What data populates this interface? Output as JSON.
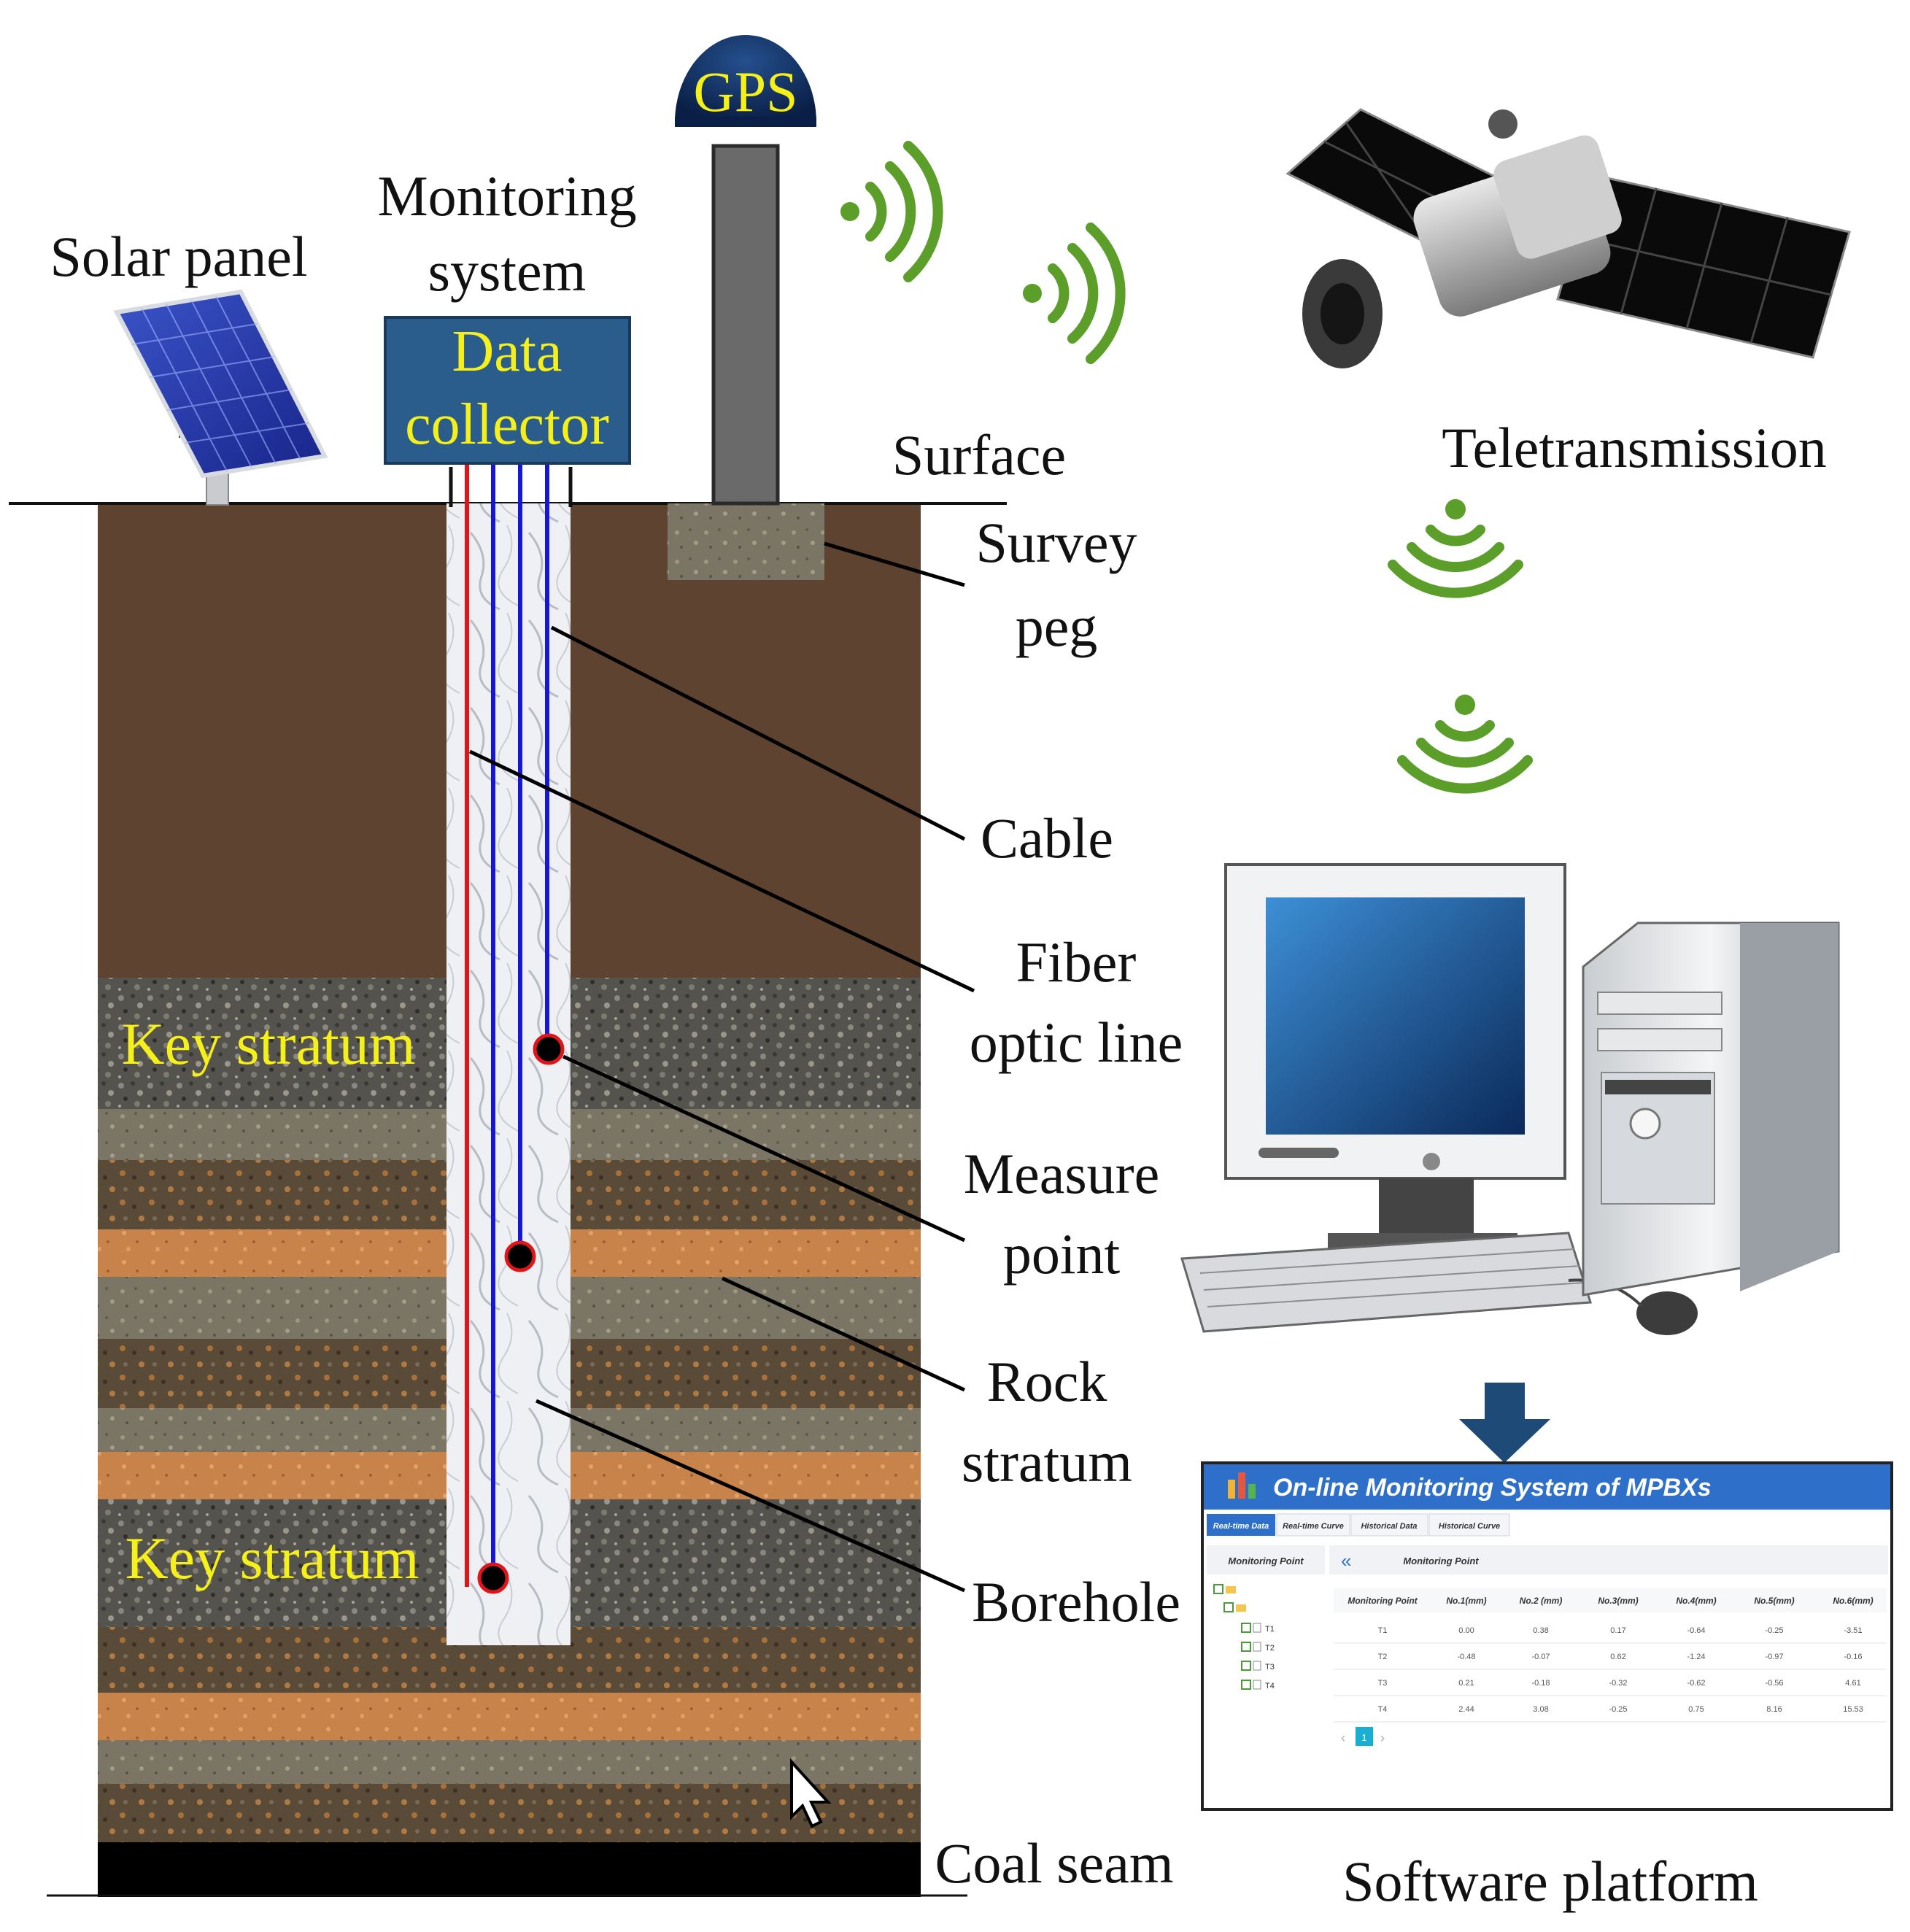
{
  "colors": {
    "soil": "#5d4330",
    "gravel_dark": "#55534d",
    "gravel_mid": "#7b7566",
    "orange_band": "#c8834a",
    "coal": "#000000",
    "data_collector": "#2a5c8c",
    "label_yellow": "#f5ef1a",
    "signal_green": "#5b9e2a",
    "cable_red": "#e0151a",
    "cable_blue": "#1616d8",
    "sw_header": "#2e6fc9",
    "sw_tab_active": "#2e6fc9",
    "arrow": "#1e4a78"
  },
  "labels": {
    "solar_panel": "Solar panel",
    "monitoring_system_1": "Monitoring",
    "monitoring_system_2": "system",
    "data_collector_1": "Data",
    "data_collector_2": "collector",
    "gps": "GPS",
    "surface": "Surface",
    "teletransmission": "Teletransmission",
    "survey_peg_1": "Survey",
    "survey_peg_2": "peg",
    "cable": "Cable",
    "fiber_optic_1": "Fiber",
    "fiber_optic_2": "optic line",
    "measure_point_1": "Measure",
    "measure_point_2": "point",
    "rock_stratum_1": "Rock",
    "rock_stratum_2": "stratum",
    "borehole": "Borehole",
    "key_stratum_upper": "Key stratum",
    "key_stratum_lower": "Key stratum",
    "coal_seam": "Coal seam",
    "software_platform": "Software platform"
  },
  "software": {
    "title": "On-line Monitoring System of MPBXs",
    "tabs": [
      "Real-time Data",
      "Real-time Curve",
      "Historical Data",
      "Historical Curve"
    ],
    "left_header": "Monitoring Point",
    "right_header": "Monitoring Point",
    "tree_items": [
      "T1",
      "T2",
      "T3",
      "T4"
    ],
    "columns": [
      "Monitoring Point",
      "No.1(mm)",
      "No.2 (mm)",
      "No.3(mm)",
      "No.4(mm)",
      "No.5(mm)",
      "No.6(mm)"
    ],
    "rows": [
      [
        "T1",
        "0.00",
        "0.38",
        "0.17",
        "-0.64",
        "-0.25",
        "-3.51"
      ],
      [
        "T2",
        "-0.48",
        "-0.07",
        "0.62",
        "-1.24",
        "-0.97",
        "-0.16"
      ],
      [
        "T3",
        "0.21",
        "-0.18",
        "-0.32",
        "-0.62",
        "-0.56",
        "4.61"
      ],
      [
        "T4",
        "2.44",
        "3.08",
        "-0.25",
        "0.75",
        "8.16",
        "15.53"
      ]
    ],
    "page": "1"
  }
}
